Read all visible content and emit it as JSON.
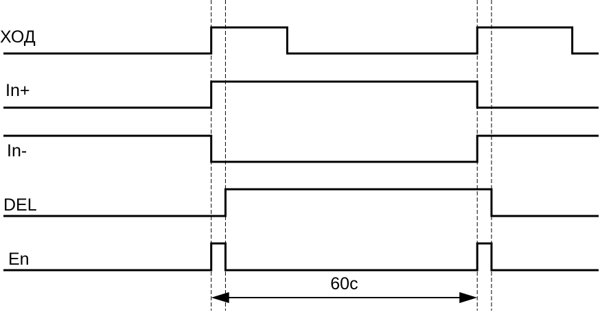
{
  "signals": [
    {
      "name": "ХОД",
      "initial": 0,
      "transitions": [
        0.2,
        1.0,
        3.0,
        4.0
      ]
    },
    {
      "name": "In+",
      "initial": 0,
      "transitions": [
        0.2,
        3.0
      ]
    },
    {
      "name": "In-",
      "initial": 1,
      "transitions": [
        0.2,
        3.0
      ]
    },
    {
      "name": "DEL",
      "initial": 0,
      "transitions": [
        0.35,
        3.15
      ]
    },
    {
      "name": "En",
      "initial": 0,
      "transitions": [
        0.2,
        0.35,
        3.0,
        3.15
      ]
    }
  ],
  "guides": [
    0.2,
    0.35,
    3.0,
    3.15
  ],
  "dimension": {
    "label": "60с",
    "from": 0.2,
    "to": 3.0
  },
  "colors": {
    "line": "#000000",
    "background": "#ffffff"
  }
}
